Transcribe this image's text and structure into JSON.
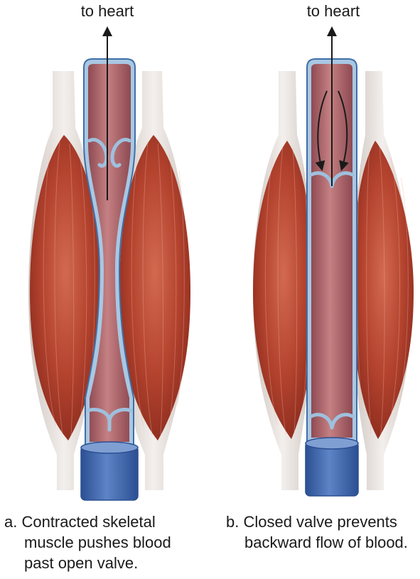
{
  "panel_a": {
    "top_label": "to heart",
    "caption": [
      "a. Contracted skeletal",
      "muscle pushes blood",
      "past open valve."
    ]
  },
  "panel_b": {
    "top_label": "to heart",
    "caption": [
      "b. Closed valve prevents",
      "backward flow of blood."
    ]
  },
  "colors": {
    "muscle_dark": "#8e2a1c",
    "muscle_mid": "#c1533c",
    "muscle_light": "#d98066",
    "tendon": "#e9e3de",
    "vein_fill": "#b86b6d",
    "vein_wall": "#9fc0dd",
    "vein_outline": "#3f6fa6",
    "vein_blue": "#3d63a8"
  }
}
